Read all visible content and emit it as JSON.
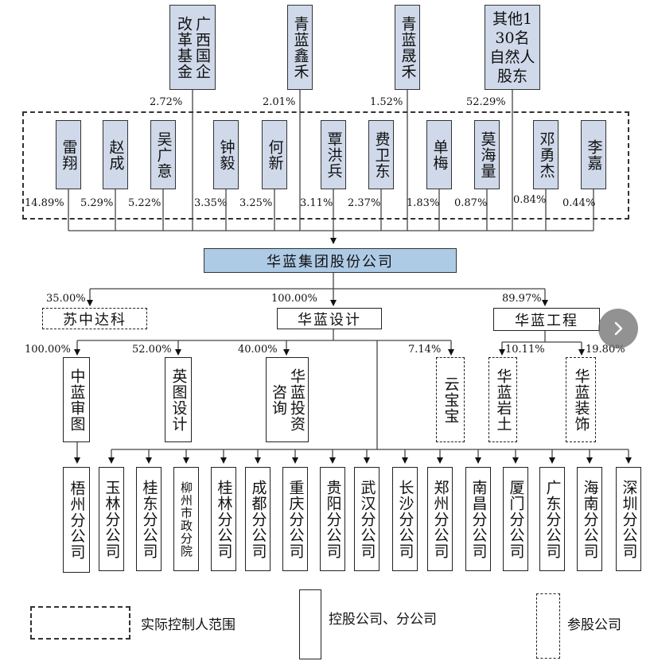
{
  "top_shareholders": [
    {
      "name": "广西国企改革基金",
      "pct": "2.72%"
    },
    {
      "name": "青蓝鑫禾",
      "pct": "2.01%"
    },
    {
      "name": "青蓝晟禾",
      "pct": "1.52%"
    },
    {
      "name": "其他130名自然人股东",
      "pct": "52.29%"
    }
  ],
  "controllers": [
    {
      "name": "雷翔",
      "pct": "14.89%"
    },
    {
      "name": "赵成",
      "pct": "5.29%"
    },
    {
      "name": "吴广意",
      "pct": "5.22%"
    },
    {
      "name": "钟毅",
      "pct": "3.35%"
    },
    {
      "name": "何新",
      "pct": "3.25%"
    },
    {
      "name": "覃洪兵",
      "pct": "3.11%"
    },
    {
      "name": "费卫东",
      "pct": "2.37%"
    },
    {
      "name": "单梅",
      "pct": "1.83%"
    },
    {
      "name": "莫海量",
      "pct": "0.87%"
    },
    {
      "name": "邓勇杰",
      "pct": "0.84%"
    },
    {
      "name": "李嘉",
      "pct": "0.44%"
    }
  ],
  "parent": {
    "name": "华蓝集团股份公司"
  },
  "level2": [
    {
      "name": "苏中达科",
      "pct": "35.00%",
      "style": "dashed"
    },
    {
      "name": "华蓝设计",
      "pct": "100.00%",
      "style": "solid"
    },
    {
      "name": "华蓝工程",
      "pct": "89.97%",
      "style": "solid"
    }
  ],
  "design_subs": [
    {
      "name": "中蓝审图",
      "pct": "100.00%",
      "style": "solid"
    },
    {
      "name": "英图设计",
      "pct": "52.00%",
      "style": "solid"
    },
    {
      "name": "华蓝投资咨询",
      "pct": "40.00%",
      "style": "solid"
    },
    {
      "name": "云宝宝",
      "pct": "7.14%",
      "style": "dashed"
    }
  ],
  "engineering_subs": [
    {
      "name": "华蓝岩土",
      "pct": "10.11%",
      "style": "dashed"
    },
    {
      "name": "华蓝装饰",
      "pct": "19.80%",
      "style": "dashed"
    }
  ],
  "wuzhou": {
    "name": "梧州分公司"
  },
  "branches": [
    "玉林分公司",
    "桂东分公司",
    "柳州市政分院",
    "桂林分公司",
    "成都分公司",
    "重庆分公司",
    "贵阳分公司",
    "武汉分公司",
    "长沙分公司",
    "郑州分公司",
    "南昌分公司",
    "厦门分公司",
    "广东分公司",
    "海南分公司",
    "深圳分公司"
  ],
  "legend": {
    "controller_scope": "实际控制人范围",
    "holding": "控股公司、分公司",
    "participating": "参股公司"
  },
  "nav": {
    "next_icon": "chevron-right-icon"
  }
}
